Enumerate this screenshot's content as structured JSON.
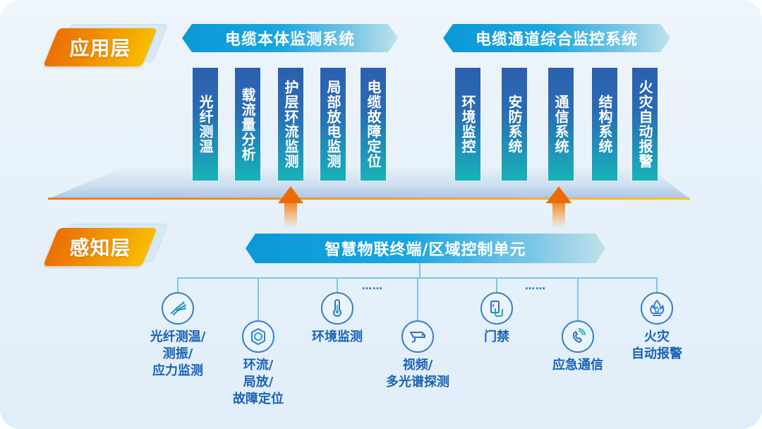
{
  "layers": {
    "application": {
      "label": "应用层"
    },
    "perception": {
      "label": "感知层"
    }
  },
  "application_systems": [
    {
      "title": "电缆本体监测系统",
      "modules": [
        "光纤测温",
        "载流量分析",
        "护层环流监测",
        "局部放电监测",
        "电缆故障定位"
      ]
    },
    {
      "title": "电缆通道综合监控系统",
      "modules": [
        "环境监控",
        "安防系统",
        "通信系统",
        "结构系统",
        "火灾自动报警"
      ]
    }
  ],
  "terminal": {
    "title": "智慧物联终端/区域控制单元"
  },
  "ellipsis": "……",
  "devices": [
    {
      "name": "光纤测温/\n测振/\n应力监测",
      "icon": "fiber-optic-icon"
    },
    {
      "name": "环流/\n局放/\n故障定位",
      "icon": "cable-ring-icon"
    },
    {
      "name": "环境监测",
      "icon": "thermometer-icon"
    },
    {
      "name": "视频/\n多光谱探测",
      "icon": "camera-icon"
    },
    {
      "name": "门禁",
      "icon": "access-card-icon"
    },
    {
      "name": "应急通信",
      "icon": "phone-icon"
    },
    {
      "name": "火灾\n自动报警",
      "icon": "fire-icon"
    }
  ],
  "colors": {
    "accent_orange": "#ec6f06",
    "accent_yellow": "#f8be00",
    "banner_blue": "#0a98d8",
    "column_top": "#2c5fae",
    "column_bottom": "#17b3b6",
    "device_text": "#1a63b4"
  }
}
